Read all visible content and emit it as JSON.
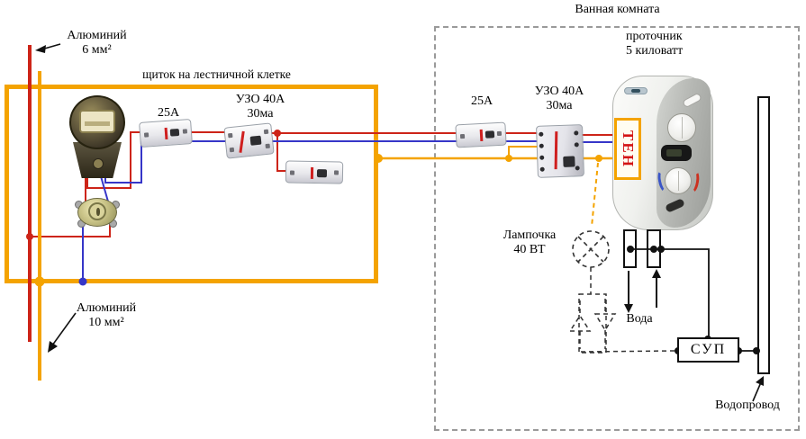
{
  "colors": {
    "phase": "#cd2418",
    "neutral": "#3636c8",
    "ground": "#f4a300"
  },
  "feed": {
    "top_line1": "Алюминий",
    "top_line2": "6 мм²",
    "bottom_line1": "Алюминий",
    "bottom_line2": "10 мм²"
  },
  "panel": {
    "title": "щиток на лестничной клетке",
    "breaker_label": "25А",
    "rcd_line1": "УЗО 40А",
    "rcd_line2": "30ма"
  },
  "bathroom": {
    "title": "Ванная комната",
    "breaker_label": "25А",
    "rcd_line1": "УЗО 40А",
    "rcd_line2": "30ма",
    "heater_line1": "проточник",
    "heater_line2": "5 киловатт",
    "heating_element": "ТЕН",
    "lamp_line1": "Лампочка",
    "lamp_line2": "40 ВТ",
    "water": "Вода",
    "bonding_box": "СУП",
    "water_pipe": "Водопровод"
  }
}
